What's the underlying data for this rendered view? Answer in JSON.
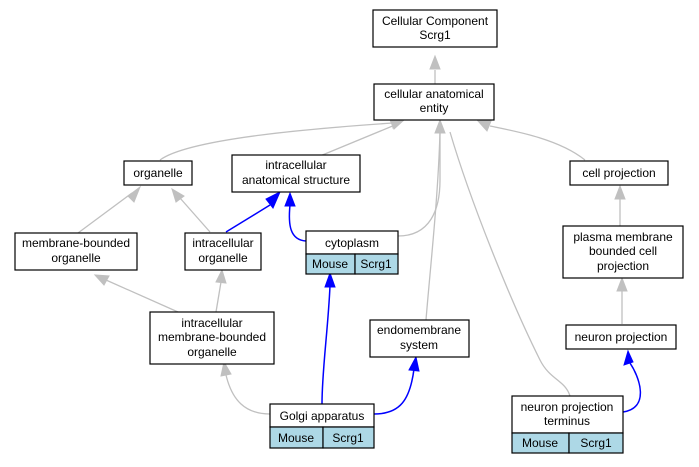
{
  "nodes": {
    "root": {
      "lines": [
        "Cellular Component",
        "Scrg1"
      ]
    },
    "cae": {
      "lines": [
        "cellular anatomical",
        "entity"
      ]
    },
    "organelle": {
      "lines": [
        "organelle"
      ]
    },
    "ias": {
      "lines": [
        "intracellular",
        "anatomical structure"
      ]
    },
    "cellproj": {
      "lines": [
        "cell projection"
      ]
    },
    "mbo": {
      "lines": [
        "membrane-bounded",
        "organelle"
      ]
    },
    "io": {
      "lines": [
        "intracellular",
        "organelle"
      ]
    },
    "cytoplasm": {
      "lines": [
        "cytoplasm"
      ],
      "tags": [
        "Mouse",
        "Scrg1"
      ]
    },
    "pmbcp": {
      "lines": [
        "plasma membrane",
        "bounded cell",
        "projection"
      ]
    },
    "imbo": {
      "lines": [
        "intracellular",
        "membrane-bounded",
        "organelle"
      ]
    },
    "endomembrane": {
      "lines": [
        "endomembrane",
        "system"
      ]
    },
    "neuronproj": {
      "lines": [
        "neuron projection"
      ]
    },
    "golgi": {
      "lines": [
        "Golgi apparatus"
      ],
      "tags": [
        "Mouse",
        "Scrg1"
      ]
    },
    "npt": {
      "lines": [
        "neuron projection",
        "terminus"
      ],
      "tags": [
        "Mouse",
        "Scrg1"
      ]
    }
  },
  "edges": [
    {
      "from": "cae",
      "to": "root",
      "color": "gray"
    },
    {
      "from": "organelle",
      "to": "cae",
      "color": "gray"
    },
    {
      "from": "ias",
      "to": "cae",
      "color": "gray"
    },
    {
      "from": "cytoplasm",
      "to": "cae",
      "color": "gray"
    },
    {
      "from": "endomembrane",
      "to": "cae",
      "color": "gray"
    },
    {
      "from": "npt",
      "to": "cae",
      "color": "gray"
    },
    {
      "from": "cellproj",
      "to": "cae",
      "color": "gray"
    },
    {
      "from": "mbo",
      "to": "organelle",
      "color": "gray"
    },
    {
      "from": "io",
      "to": "organelle",
      "color": "gray"
    },
    {
      "from": "io",
      "to": "ias",
      "color": "blue"
    },
    {
      "from": "cytoplasm",
      "to": "ias",
      "color": "blue"
    },
    {
      "from": "pmbcp",
      "to": "cellproj",
      "color": "gray"
    },
    {
      "from": "imbo",
      "to": "mbo",
      "color": "gray"
    },
    {
      "from": "imbo",
      "to": "io",
      "color": "gray"
    },
    {
      "from": "neuronproj",
      "to": "pmbcp",
      "color": "gray"
    },
    {
      "from": "golgi",
      "to": "imbo",
      "color": "gray"
    },
    {
      "from": "golgi",
      "to": "cytoplasm",
      "color": "blue"
    },
    {
      "from": "golgi",
      "to": "endomembrane",
      "color": "blue"
    },
    {
      "from": "npt",
      "to": "neuronproj",
      "color": "blue"
    }
  ],
  "colors": {
    "is_a_edge": "#c0c0c0",
    "part_of_edge": "#0000ff",
    "annotation_tag": "#add8e6",
    "node_border": "#000000"
  }
}
